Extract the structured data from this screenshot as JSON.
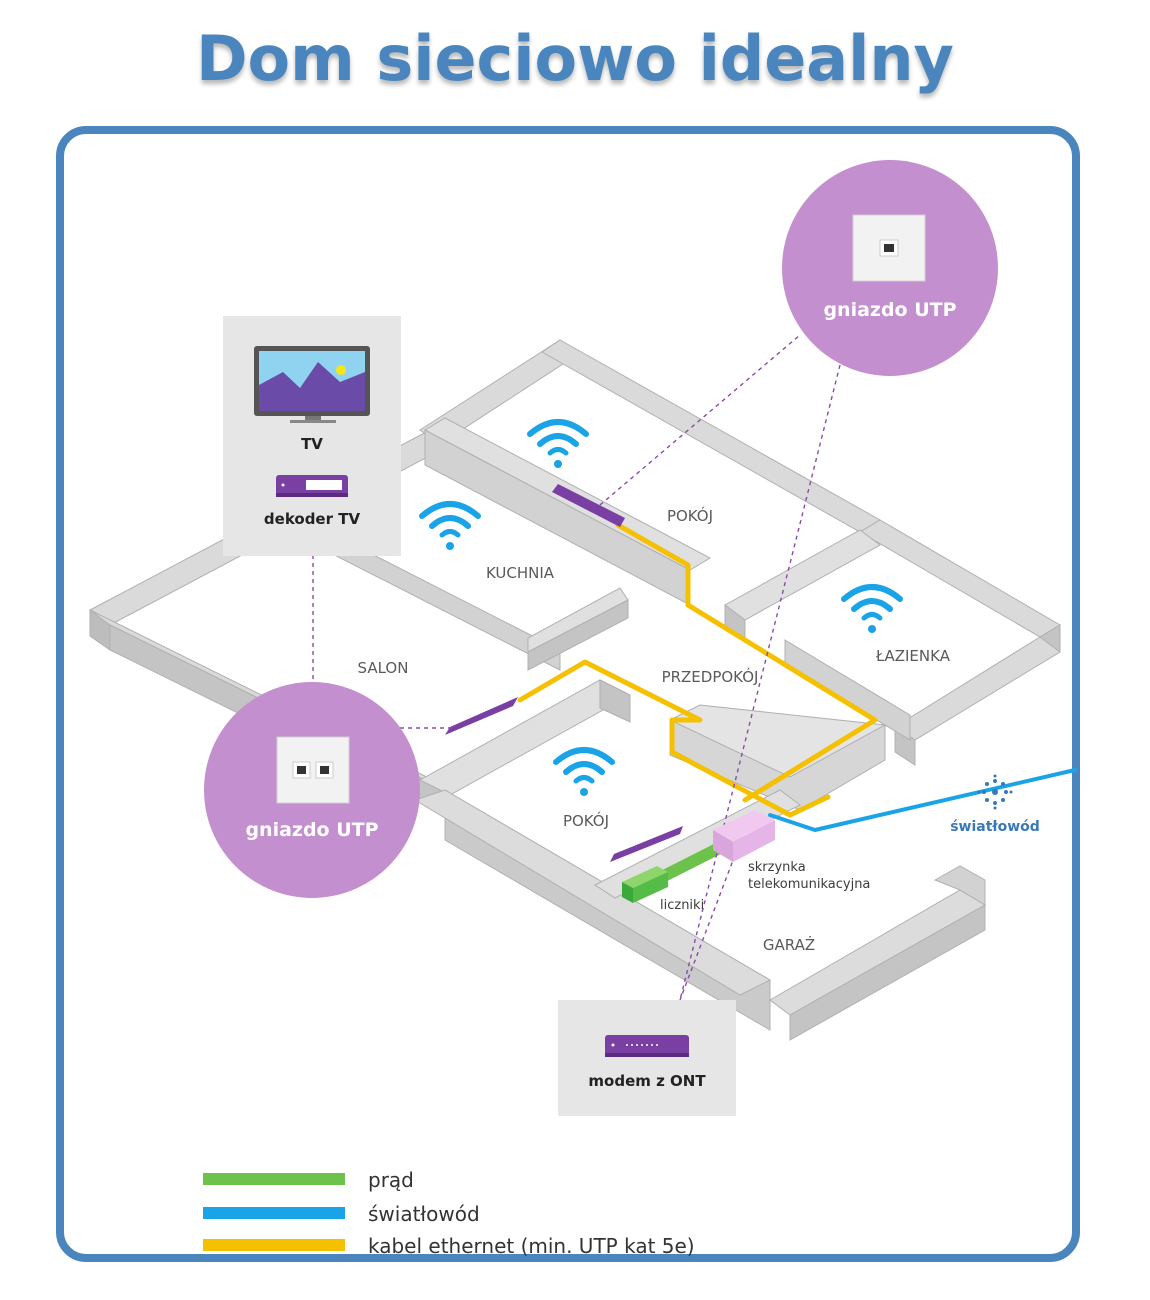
{
  "title": "Dom sieciowo idealny",
  "rooms": {
    "kuchnia": "KUCHNIA",
    "pokoj_top": "POKÓJ",
    "lazienka": "ŁAZIENKA",
    "salon": "SALON",
    "przedpokoj": "PRZEDPOKÓJ",
    "pokoj_bottom": "POKÓJ",
    "garaz": "GARAŻ"
  },
  "devices": {
    "tv": "TV",
    "dekoder": "dekoder TV",
    "modem": "modem z ONT",
    "utp_top": "gniazdo UTP",
    "utp_left": "gniazdo UTP",
    "skrzynka_line1": "skrzynka",
    "skrzynka_line2": "telekomunikacyjna",
    "liczniki": "liczniki",
    "swiatlowod": "światłowód"
  },
  "legend": [
    {
      "label": "prąd",
      "color": "#6cc24a"
    },
    {
      "label": "światłowód",
      "color": "#1aa3e6"
    },
    {
      "label": "kabel ethernet (min. UTP kat 5e)",
      "color": "#f5c000"
    }
  ],
  "colors": {
    "accent": "#4a86bd",
    "purple_circle": "#c48fcf",
    "device_purple": "#7a3fa3",
    "wall_top": "#d9d9d9",
    "wall_side": "#bdbdbd",
    "wifi": "#1aa3e6",
    "ethernet": "#f5c000",
    "fiber": "#1aa3e6",
    "power": "#6cc24a"
  }
}
